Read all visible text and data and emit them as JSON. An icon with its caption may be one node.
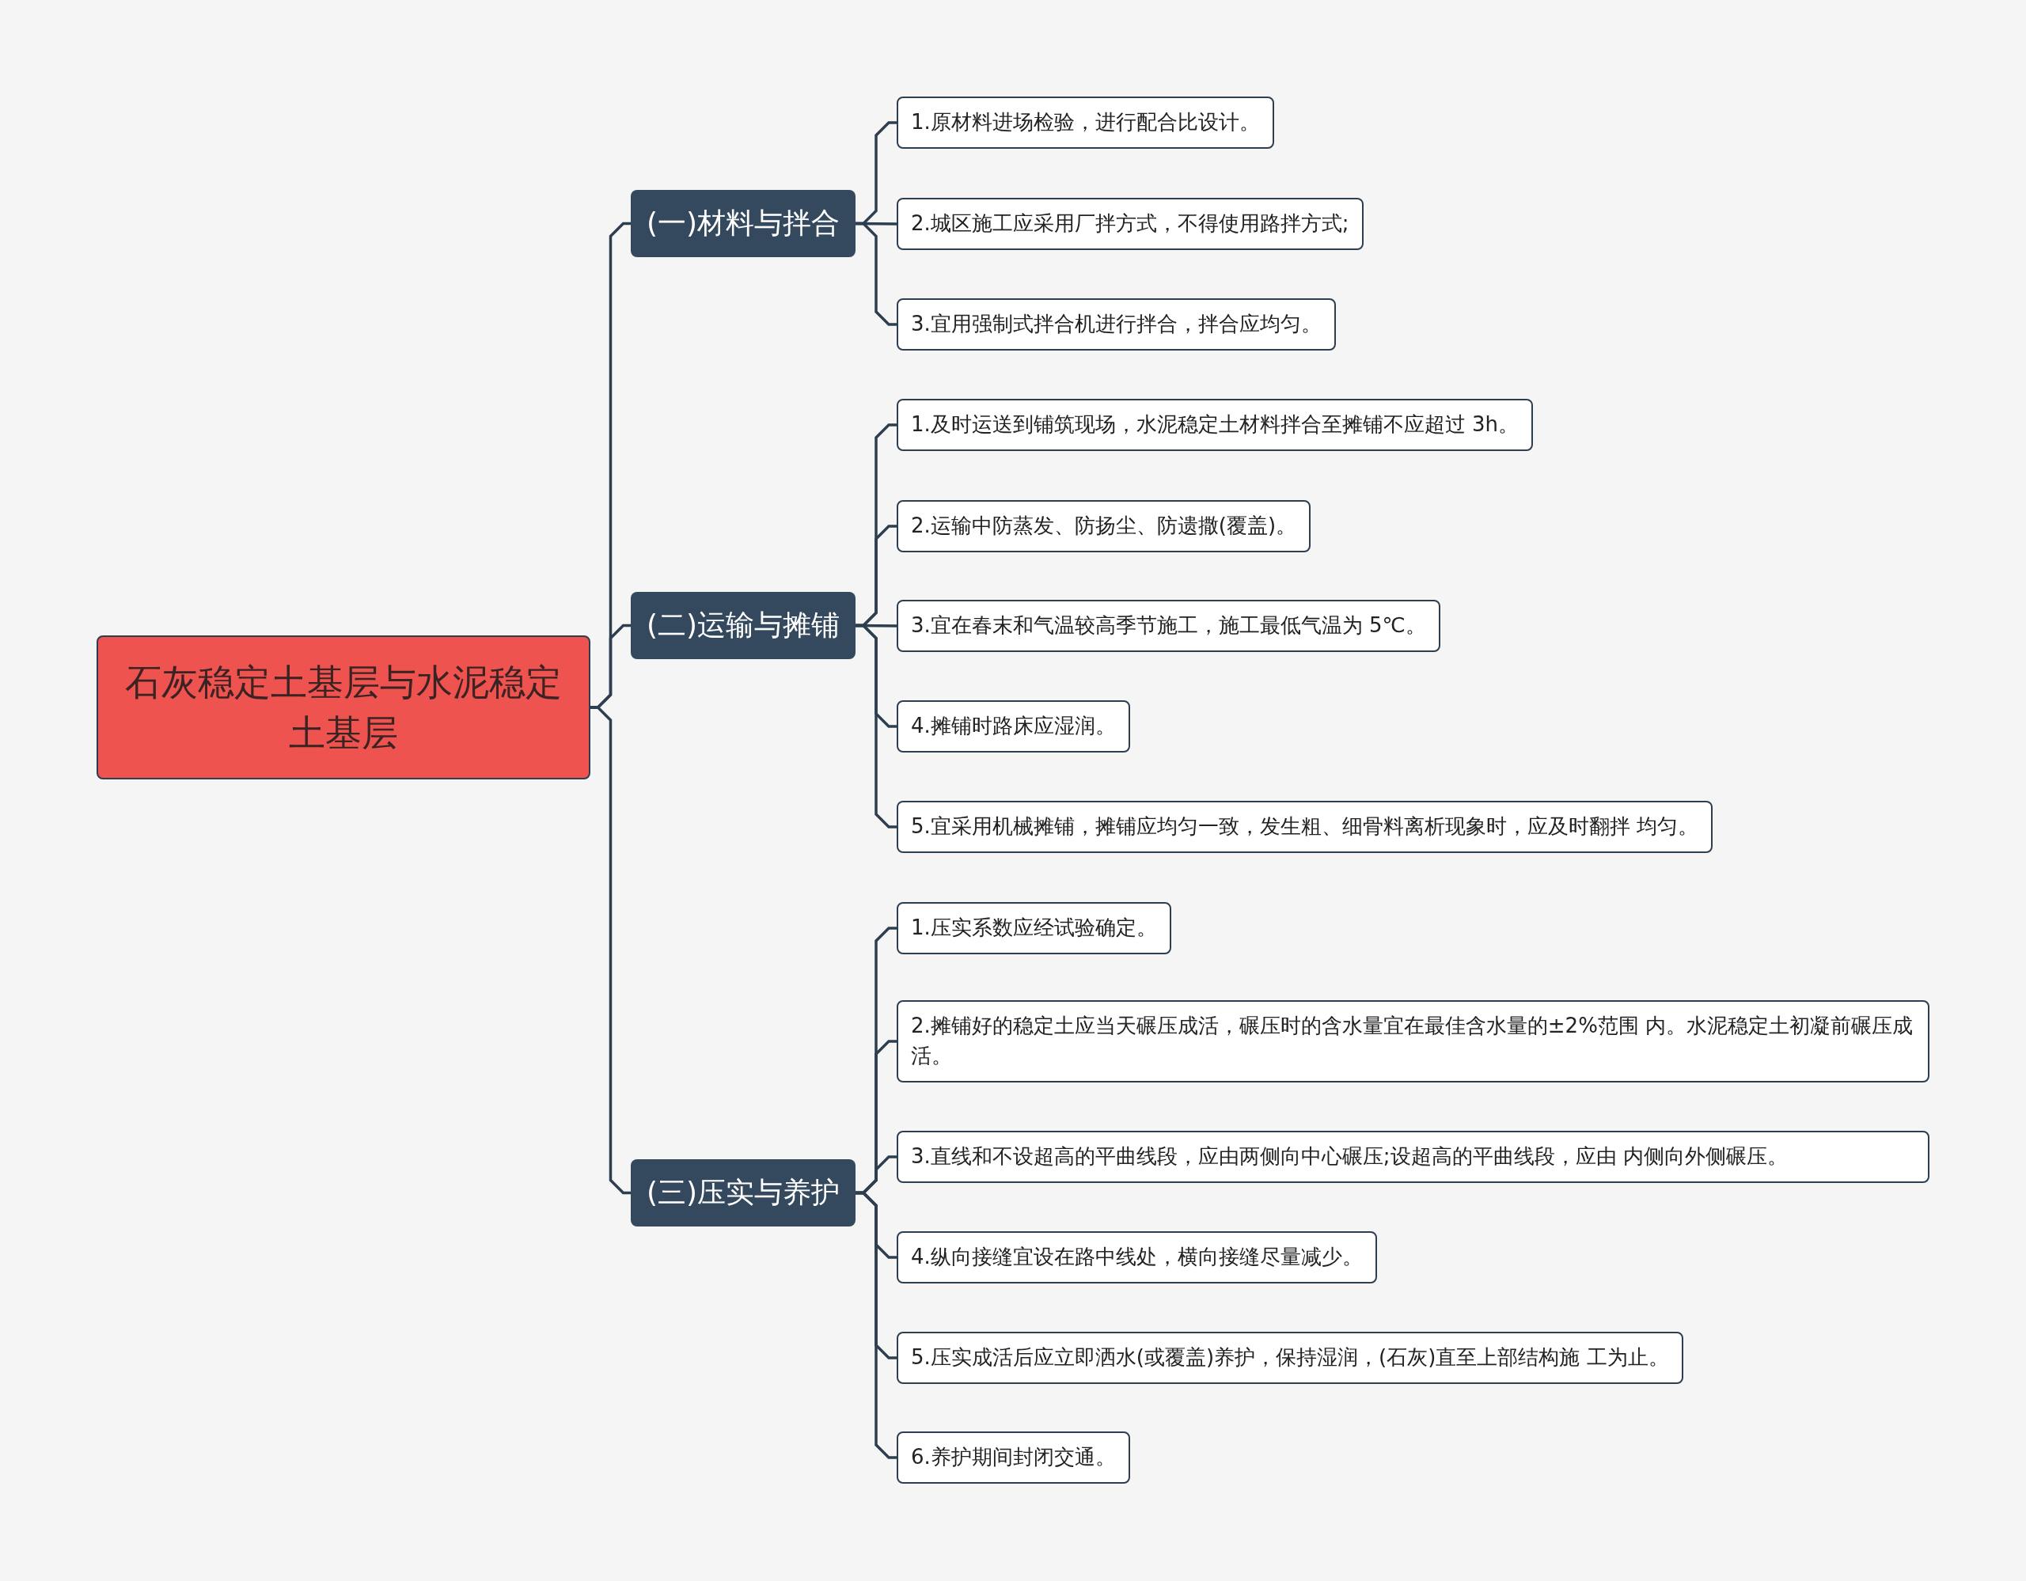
{
  "diagram": {
    "nodes": [
      {
        "text": [
          "石灰稳定土基层与水泥稳定土基层"
        ]
      },
      {
        "text": [
          "(一)材料与拌合"
        ]
      },
      {
        "text": [
          "1.原材料进场检验，进行配合比设计。"
        ]
      },
      {
        "text": [
          "2.城区施工应采用厂拌方式，不得使用路拌方式;"
        ]
      },
      {
        "text": [
          "3.宜用强制式拌合机进行拌合，拌合应均匀。"
        ]
      },
      {
        "text": [
          "(二)运输与摊铺"
        ]
      },
      {
        "text": [
          "1.及时运送到铺筑现场，水泥稳定土材料拌合至摊铺不应超过 3h。"
        ]
      },
      {
        "text": [
          "2.运输中防蒸发、防扬尘、防遗撒(覆盖)。"
        ]
      },
      {
        "text": [
          "3.宜在春末和气温较高季节施工，施工最低气温为 5℃。"
        ]
      },
      {
        "text": [
          "4.摊铺时路床应湿润。"
        ]
      },
      {
        "text": [
          "5.宜采用机械摊铺，摊铺应均匀一致，发生粗、细骨料离析现象时，应及时翻拌 均匀。"
        ]
      },
      {
        "text": [
          "(三)压实与养护"
        ]
      },
      {
        "text": [
          "1.压实系数应经试验确定。"
        ]
      },
      {
        "text": [
          "2.摊铺好的稳定土应当天碾压成活，碾压时的含水量宜在最佳含水量的±2%范围 内。水泥稳定土初凝前碾压成活。"
        ]
      },
      {
        "text": [
          "3.直线和不设超高的平曲线段，应由两侧向中心碾压;设超高的平曲线段，应由 内侧向外侧碾压。"
        ]
      },
      {
        "text": [
          "4.纵向接缝宜设在路中线处，横向接缝尽量减少。"
        ]
      },
      {
        "text": [
          "5.压实成活后应立即洒水(或覆盖)养护，保持湿润，(石灰)直至上部结构施 工为止。"
        ]
      },
      {
        "text": [
          "6.养护期间封闭交通。"
        ]
      }
    ],
    "edges": [
      {
        "from": 0,
        "to": 1,
        "arrow": "none"
      },
      {
        "from": 0,
        "to": 5,
        "arrow": "none"
      },
      {
        "from": 0,
        "to": 11,
        "arrow": "none"
      },
      {
        "from": 1,
        "to": 2,
        "arrow": "none"
      },
      {
        "from": 1,
        "to": 3,
        "arrow": "none"
      },
      {
        "from": 1,
        "to": 4,
        "arrow": "none"
      },
      {
        "from": 5,
        "to": 6,
        "arrow": "none"
      },
      {
        "from": 5,
        "to": 7,
        "arrow": "none"
      },
      {
        "from": 5,
        "to": 8,
        "arrow": "none"
      },
      {
        "from": 5,
        "to": 9,
        "arrow": "none"
      },
      {
        "from": 5,
        "to": 10,
        "arrow": "none"
      },
      {
        "from": 11,
        "to": 12,
        "arrow": "none"
      },
      {
        "from": 11,
        "to": 13,
        "arrow": "none"
      },
      {
        "from": 11,
        "to": 14,
        "arrow": "none"
      },
      {
        "from": 11,
        "to": 15,
        "arrow": "none"
      },
      {
        "from": 11,
        "to": 16,
        "arrow": "none"
      },
      {
        "from": 11,
        "to": 17,
        "arrow": "none"
      }
    ]
  }
}
